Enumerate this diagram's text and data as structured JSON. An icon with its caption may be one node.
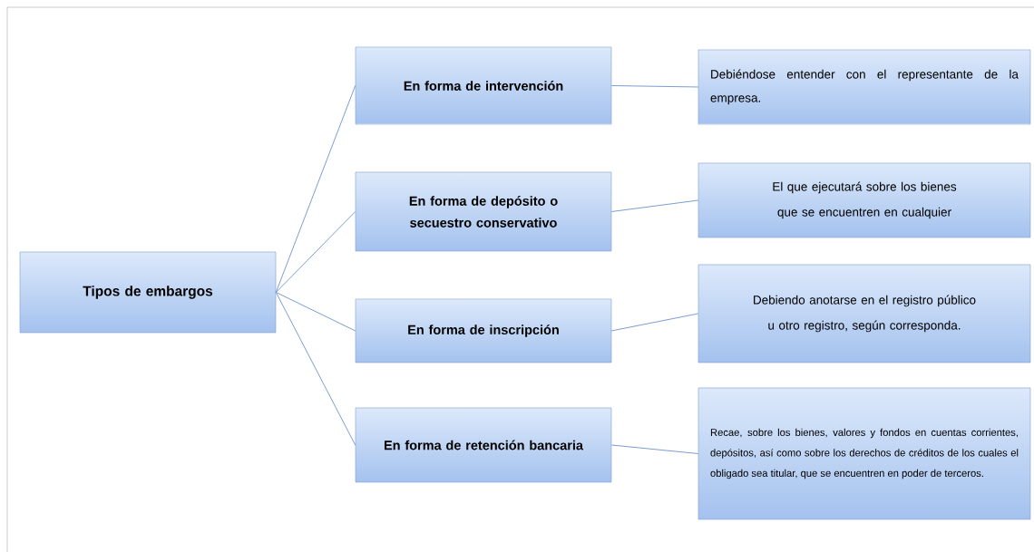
{
  "diagram": {
    "nodes": [
      {
        "text": [
          "Tipos de embargos"
        ]
      },
      {
        "text": [
          "En forma de intervención"
        ]
      },
      {
        "text": [
          "En forma de depósito o secuestro conservativo"
        ]
      },
      {
        "text": [
          "En forma de inscripción"
        ]
      },
      {
        "text": [
          "En forma de retención bancaria"
        ]
      },
      {
        "text": [
          "Debiéndose entender con el representante de la empresa."
        ]
      },
      {
        "text": [
          "El que ejecutará sobre los bienes que se encuentren en cualquier"
        ]
      },
      {
        "text": [
          "Debiendo anotarse en el registro público u otro registro, según corresponda."
        ]
      },
      {
        "text": [
          "Recae, sobre los bienes, valores y fondos en cuentas corrientes, depósitos, así como sobre los derechos de créditos de los cuales el obligado sea titular, que se encuentren en poder de terceros."
        ]
      }
    ],
    "edges": [
      {
        "from": 0,
        "to": 1,
        "arrow": "none"
      },
      {
        "from": 0,
        "to": 2,
        "arrow": "none"
      },
      {
        "from": 0,
        "to": 3,
        "arrow": "none"
      },
      {
        "from": 0,
        "to": 4,
        "arrow": "none"
      },
      {
        "from": 1,
        "to": 5,
        "arrow": "none"
      },
      {
        "from": 2,
        "to": 6,
        "arrow": "none"
      },
      {
        "from": 3,
        "to": 7,
        "arrow": "none"
      },
      {
        "from": 4,
        "to": 8,
        "arrow": "none"
      }
    ]
  }
}
